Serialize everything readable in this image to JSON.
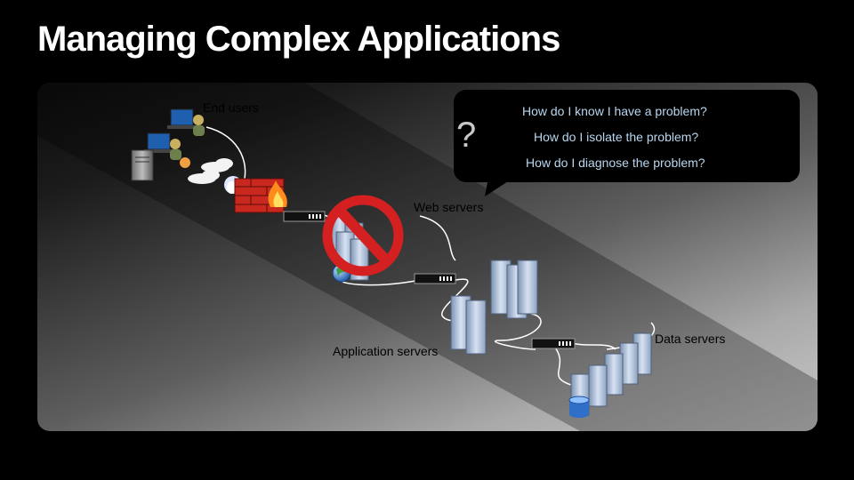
{
  "slide": {
    "title": "Managing Complex Applications"
  },
  "diagram": {
    "labels": {
      "end_users": "End users",
      "web_servers": "Web servers",
      "application_servers": "Application servers",
      "data_servers": "Data servers"
    },
    "callout": {
      "mark": "?",
      "questions": [
        "How do I know I have a problem?",
        "How do I isolate the problem?",
        "How do I diagnose the problem?"
      ]
    },
    "icons": [
      "user-workstation-icon",
      "server-tower-icon",
      "cloud-icon",
      "firewall-icon",
      "network-switch-icon",
      "server-rack-icon",
      "globe-icon",
      "database-icon",
      "prohibited-icon"
    ],
    "colors": {
      "title": "#ffffff",
      "question_text": "#b9d6ef",
      "callout_bg": "#000000",
      "prohibited": "#d42020",
      "firewall": "#c8281e"
    }
  }
}
